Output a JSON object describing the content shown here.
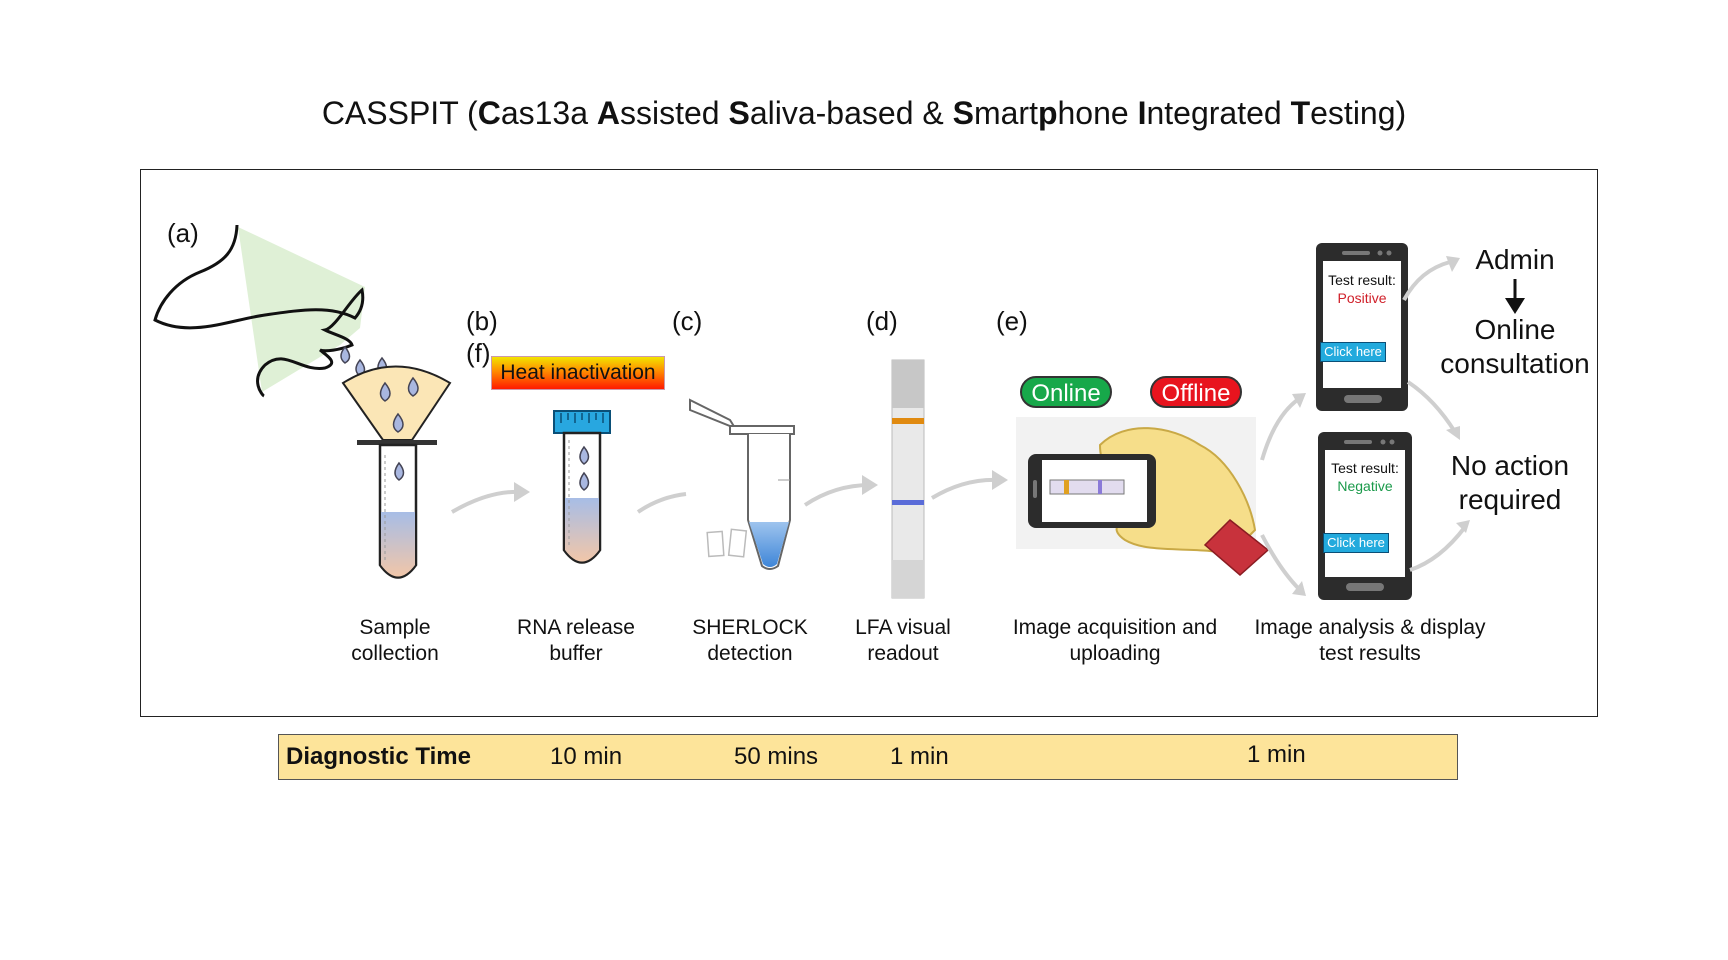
{
  "title": {
    "prefix": "CASSPIT (",
    "parts": [
      {
        "bold": "C",
        "rest": "as13a "
      },
      {
        "bold": "A",
        "rest": "ssisted "
      },
      {
        "bold": "S",
        "rest": "aliva-based & "
      },
      {
        "bold": "S",
        "rest": "mart"
      },
      {
        "bold": "p",
        "rest": "hone "
      },
      {
        "bold": "I",
        "rest": "ntegrated "
      },
      {
        "bold": "T",
        "rest": "esting)"
      }
    ]
  },
  "steps": {
    "a": {
      "label": "(a)",
      "caption1": "Sample",
      "caption2": "collection"
    },
    "b": {
      "label": "(b)",
      "caption1": "RNA release",
      "caption2": "buffer"
    },
    "f": {
      "label": "(f)",
      "banner": "Heat inactivation"
    },
    "c": {
      "label": "(c)",
      "caption1": "SHERLOCK",
      "caption2": "detection"
    },
    "d": {
      "label": "(d)",
      "caption1": "LFA visual",
      "caption2": "readout"
    },
    "e": {
      "label": "(e)",
      "caption1": "Image acquisition and",
      "caption2": "uploading",
      "online": "Online",
      "offline": "Offline"
    },
    "g": {
      "caption1": "Image analysis & display",
      "caption2": "test results"
    }
  },
  "phones": {
    "top": {
      "label": "Test result:",
      "result": "Positive",
      "button": "Click here",
      "result_color": "#d0202a"
    },
    "bottom": {
      "label": "Test result:",
      "result": "Negative",
      "button": "Click here",
      "result_color": "#1a9a4a"
    }
  },
  "outcomes": {
    "admin": "Admin",
    "online1": "Online",
    "online2": "consultation",
    "noaction1": "No action",
    "noaction2": "required"
  },
  "diagnostic_time": {
    "label": "Diagnostic Time",
    "t1": "10 min",
    "t2": "50 mins",
    "t3": "1 min",
    "t4": "1 min"
  },
  "colors": {
    "online_pill": "#17a84a",
    "offline_pill": "#e8141e",
    "time_bar": "#fde49a",
    "tube_fill_top": "#a7bde6",
    "tube_fill_bottom": "#f1c6a9"
  }
}
